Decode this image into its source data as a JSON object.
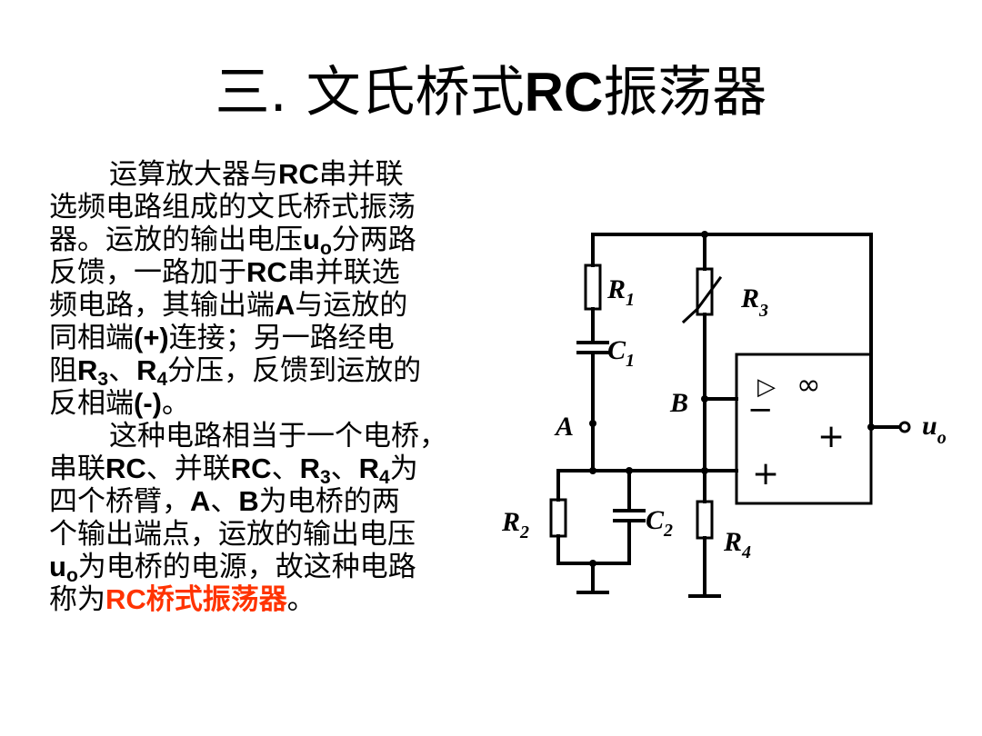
{
  "title": {
    "prefix": "三.",
    "main": "文氏桥式",
    "code": "RC",
    "suffix": "振荡器"
  },
  "para1": {
    "l1a": "运算放大器与",
    "l1b": "RC",
    "l1c": "串并联",
    "l2": "选频电路组成的文氏桥式振荡",
    "l3a": "器。运放的输出电压",
    "l3b": "u",
    "l3c": "o",
    "l3d": "分两路",
    "l4a": "反馈，一路加于",
    "l4b": "RC",
    "l4c": "串并联选",
    "l5a": "频电路，其输出端",
    "l5b": "A",
    "l5c": "与运放的",
    "l6a": "同相端",
    "l6b": "(+)",
    "l6c": "连接；另一路经电",
    "l7a": "阻",
    "l7b": "R",
    "l7c": "3",
    "l7d": "、",
    "l7e": "R",
    "l7f": "4",
    "l7g": "分压，反馈到运放的",
    "l8a": "反相端",
    "l8b": "(-)",
    "l8c": "。"
  },
  "para2": {
    "l1": "这种电路相当于一个电桥，",
    "l2a": "串联",
    "l2b": "RC",
    "l2c": "、并联",
    "l2d": "RC",
    "l2e": "、",
    "l2f": "R",
    "l2g": "3",
    "l2h": "、",
    "l2i": "R",
    "l2j": "4",
    "l2k": "为",
    "l3a": "四个桥臂，",
    "l3b": "A",
    "l3c": "、",
    "l3d": "B",
    "l3e": "为电桥的两",
    "l4": "个输出端点，运放的输出电压",
    "l5a": "u",
    "l5b": "o",
    "l5c": "为电桥的电源，故这种电路",
    "l6a": "称为",
    "l6b": "RC",
    "l6c": "桥式振荡器",
    "l6d": "。"
  },
  "circuit": {
    "labels": {
      "r1": "R",
      "r1_sub": "1",
      "r3": "R",
      "r3_sub": "3",
      "c1": "C",
      "c1_sub": "1",
      "node_b": "B",
      "node_a": "A",
      "r2": "R",
      "r2_sub": "2",
      "c2": "C",
      "c2_sub": "2",
      "r4": "R",
      "r4_sub": "4",
      "out": "u",
      "out_sub": "o"
    },
    "opamp": {
      "triangle": "▷",
      "infinity": "∞",
      "inv": "−",
      "noninv_out": "+",
      "noninv_in": "+"
    }
  },
  "colors": {
    "accent_red": "#ff3300",
    "text": "#000000",
    "background": "#ffffff"
  }
}
